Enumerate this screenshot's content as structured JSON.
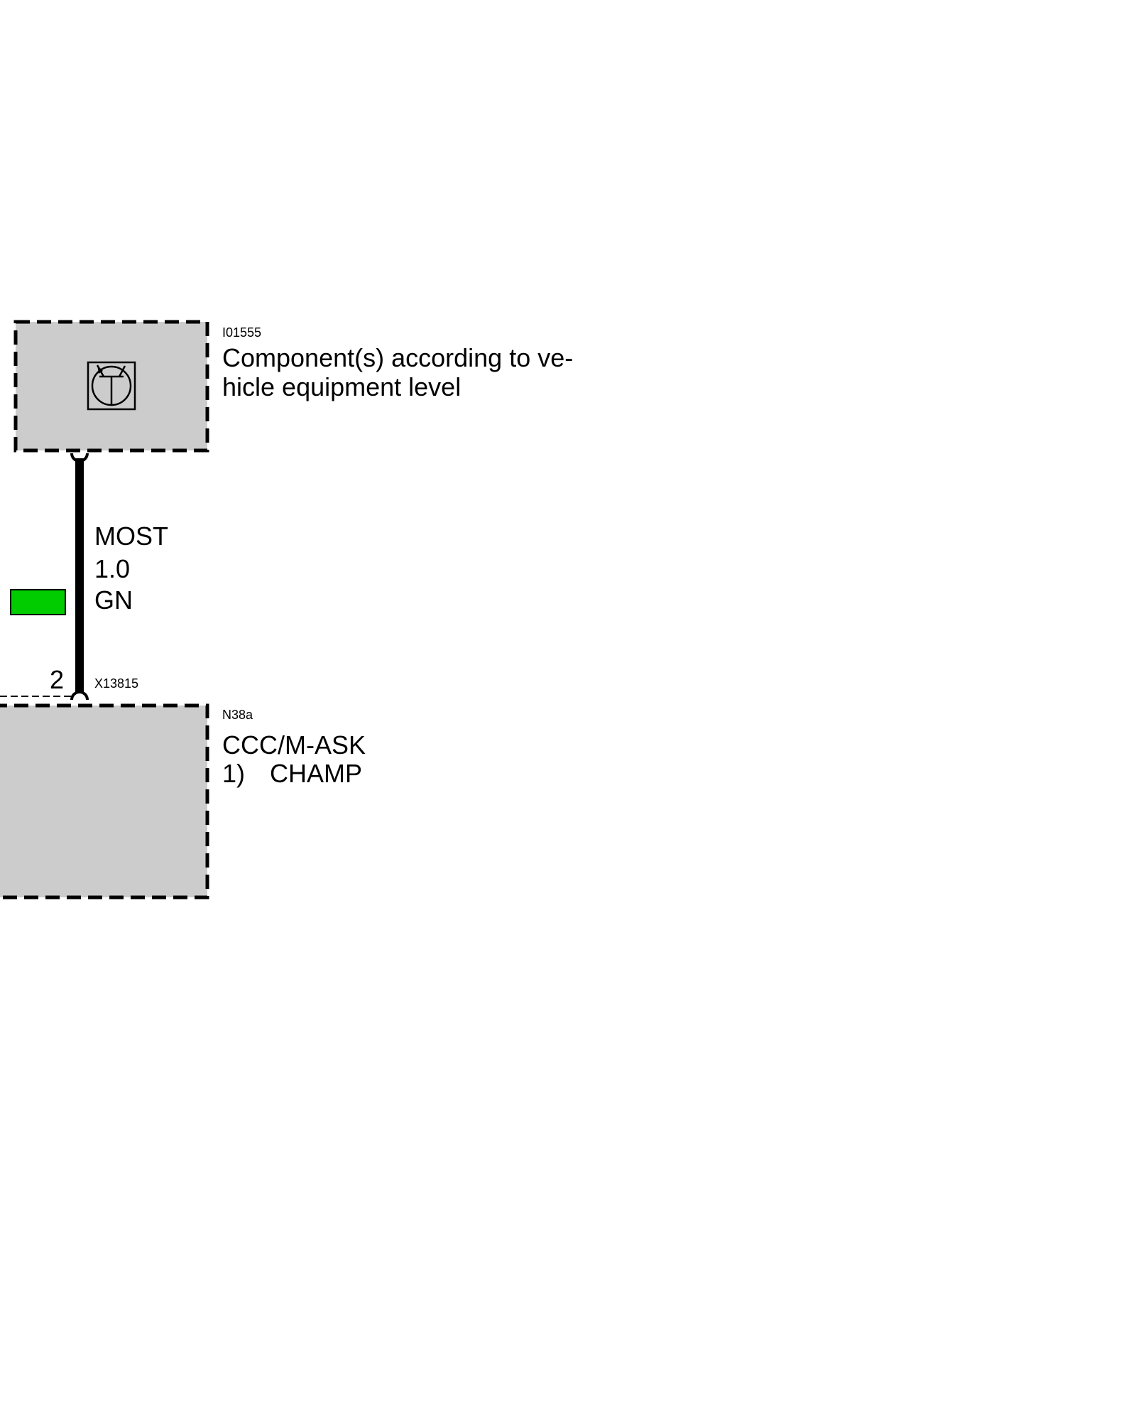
{
  "component_top": {
    "id": "I01555",
    "description_line1": "Component(s) according to ve-",
    "description_line2": "hicle equipment level",
    "symbol": "transistor-icon"
  },
  "wire": {
    "bus": "MOST",
    "cross_section": "1.0",
    "color_code": "GN",
    "color_swatch": "#00cc00"
  },
  "connector": {
    "pin": "2",
    "id": "X13815"
  },
  "component_bottom": {
    "id": "N38a",
    "name": "CCC/M-ASK",
    "footnote_marker": "1)",
    "footnote_text": "CHAMP"
  },
  "colors": {
    "box_fill": "#cccccc",
    "line": "#000000"
  }
}
